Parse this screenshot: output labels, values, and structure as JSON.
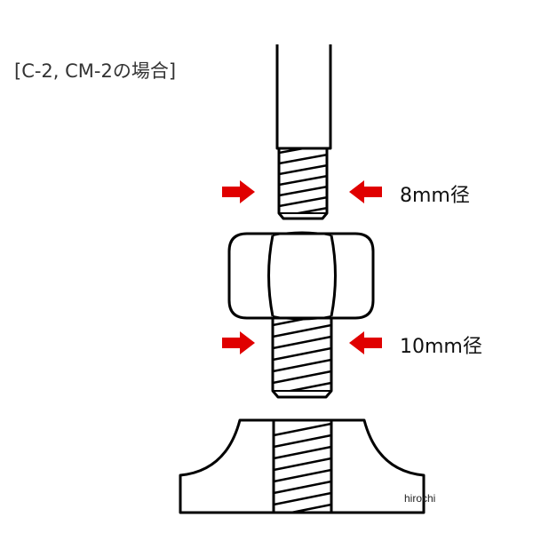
{
  "title": "[C-2, CM-2の場合]",
  "labels": {
    "upper_diameter": "8mm径",
    "lower_diameter": "10mm径"
  },
  "watermark": "hirochi",
  "colors": {
    "arrow": "#e00000",
    "stroke": "#000000"
  }
}
